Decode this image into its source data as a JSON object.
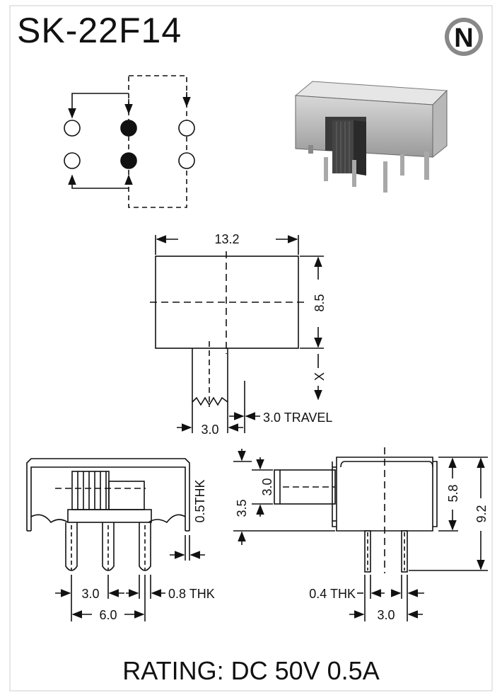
{
  "title": "SK-22F14",
  "logo_letter": "N",
  "rating": "RATING: DC 50V 0.5A",
  "dimensions": {
    "top_width": "13.2",
    "top_height": "8.5",
    "top_x": "X",
    "lever_width": "3.0",
    "travel": "3.0 TRAVEL",
    "side_thk": "0.5THK",
    "pin_pitch": "3.0",
    "pin_thk": "0.8 THK",
    "pin_span": "6.0",
    "end_3_0": "3.0",
    "end_3_5": "3.5",
    "end_5_8": "5.8",
    "end_9_2": "9.2",
    "end_pin_thk": "0.4 THK",
    "end_pin_pitch": "3.0"
  }
}
